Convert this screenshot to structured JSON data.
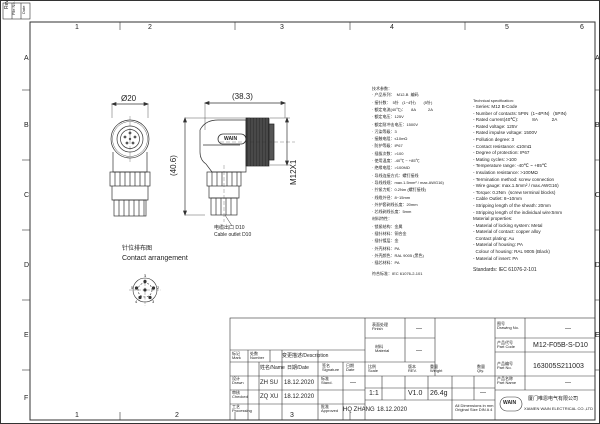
{
  "frame": {
    "col_numbers": [
      "1",
      "2",
      "3",
      "4",
      "5",
      "6"
    ],
    "row_letters": [
      "A",
      "B",
      "C",
      "D",
      "E",
      "F"
    ],
    "revision_header": {
      "rev": "Rev",
      "file_no": "File No.",
      "date": "Date"
    }
  },
  "views": {
    "diameter": "Ø20",
    "length": "(38.3)",
    "height": "(40.6)",
    "thread": "M12X1",
    "brand_mark": "WAIN",
    "cable_outlet_cn": "电缆出口 D10",
    "cable_outlet_en": "Cable outlet D10",
    "contact_arrangement_cn": "针位排布图",
    "contact_arrangement_en": "Contact arrangement",
    "pin_labels": [
      "1",
      "2",
      "3",
      "4",
      "5"
    ]
  },
  "specs_cn": {
    "title": "技术参数：",
    "lines": [
      "· 产品系列：  M12-B  编码",
      "· 接针数：  5针   (1~4针)       (5针)",
      "· 额定电流(40℃)：     8A           2A",
      "· 额定电压：125V",
      "· 额定耐冲击电压：1500V",
      "· 污染等级：3",
      "· 接触电阻：≤10mΩ",
      "· 防护等级：IP67",
      "· 插拔次数：>100",
      "· 使用温度：-40℃ ~ +85℃",
      "· 绝缘电阻：>100MΩ",
      "· 导线连接方式：螺钉接线",
      "· 导线线规：max.1.5mm² / max.AWG16)",
      "· 拧紧力矩：0.2Nm (螺钉接线)",
      "· 线缆外径：8~15mm",
      "· 外护套剥线长度：20mm",
      "· 芯线剥线长度：5mm",
      "材料特性：",
      "· 锁紧结构：金属",
      "· 插针材料：铜合金",
      "· 插针镀层：金",
      "· 外壳材料：PA",
      "· 外壳颜色：RAL 9005 (黑色)",
      "· 插芯材料：PA"
    ],
    "standard": "符合标准：IEC 61076-2-101"
  },
  "specs_en": {
    "title": "Technical specification:",
    "lines": [
      "- Series: M12 B-Code",
      "- Number of contacts: 5PIN  (1~4PIN)   (5PIN)",
      "- Rated current(40℃):           8A           2A",
      "- Rated voltage: 125V",
      "- Rated impulse voltage: 1500V",
      "- Pollution degree: 3",
      "- Contact resistance: ≤10mΩ",
      "- Degree of protection: IP67",
      "- Mating cycles: >100",
      "- Temperature range: -40℃ ~ +85℃",
      "- Insulation resistance: >100MΩ",
      "- Termination method: screw connection",
      "- Wire gauge: max.1.5mm² / max.AWG16)",
      "- Torque: 0.2Nm  (screw terminal blocks)",
      "- Cable Outlet: 8~10mm",
      "- Stripping length of the sheath: 20mm",
      "- Stripping length of the individual wire:5mm",
      "Material properties:",
      "- Material of locking system: Metal",
      "- Material of contact: copper alloy",
      "  Contact plating: Au",
      "- Material of housing: PA",
      "  Colour of housing: RAL 9005 (Black)",
      "- Material of insert: PA"
    ],
    "standard": "Standards: IEC 61076-2-101"
  },
  "title_block": {
    "mark": "标记\nMark",
    "number": "处数\nNumber",
    "name_hdr": "姓名/Name",
    "date_hdr": "日期/Date",
    "desc_hdr": "变更描述/Description",
    "sig_hdr": "签名\nSignature",
    "date2_hdr": "日期\nDate",
    "drawn": "设计\nDrawn",
    "checked": "审核\nChecked",
    "processing": "工艺\nProcessing",
    "stand": "标准\nStand.",
    "approved": "批准\nApproved",
    "drawn_name": "ZH  SU",
    "drawn_date": "18.12.2020",
    "checked_name": "ZQ  XU",
    "checked_date": "18.12.2020",
    "approved_name": "HQ  ZHANG",
    "approved_date": "18.12.2020",
    "dash": "—",
    "finish": "表面处理\nFinish",
    "material": "材料\nMaterial",
    "scale_lbl": "比例\nScale",
    "rev_lbl": "版本\nREV.",
    "weight_lbl": "重量\nWeight",
    "qty_lbl": "数量\nQty.",
    "scale": "1:1",
    "rev": "V1.0",
    "weight": "26.4g",
    "dimensions_note": "All Dimensions in mm\nOriginal Size DIN A 4",
    "drawing_no_lbl": "图号\nDrawing No.",
    "part_code_lbl": "产品代号\nPart Code",
    "part_code": "M12-F05B-S-D10",
    "part_no_lbl": "产品编号\nPart No.",
    "part_no": "163005S211003",
    "part_name_lbl": "产品名称\nPart Name",
    "logo": "WAIN",
    "company_cn": "厦门唯恩电气有限公司",
    "company_en": "XIAMEN WAIN ELECTRICAL CO.,LTD"
  }
}
